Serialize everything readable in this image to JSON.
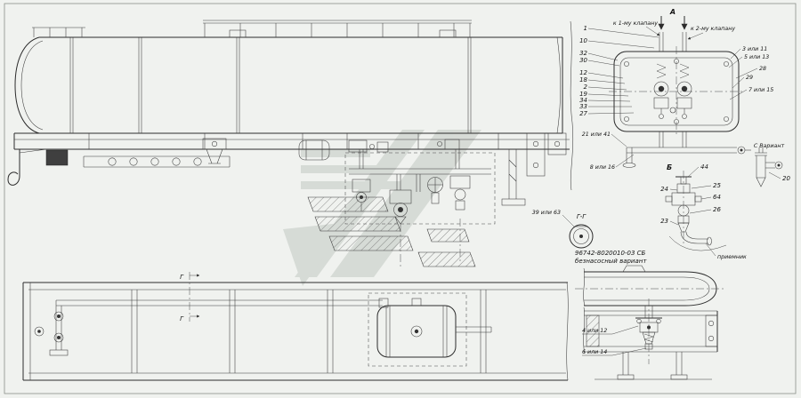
{
  "drawing": {
    "title_number": "96742-8020010-03 СБ",
    "title_variant": "безнасосный вариант"
  },
  "section_a": {
    "label": "А",
    "pipe_note_left": "к 1-му клапану",
    "pipe_note_right": "к 2-му клапану",
    "callouts_left": [
      "1",
      "10",
      "32",
      "30",
      "12",
      "18",
      "2",
      "19",
      "34",
      "33",
      "27"
    ],
    "callouts_right": [
      "3 или 11",
      "5 или 13",
      "28",
      "29",
      "7 или 15"
    ],
    "callout_elbow": "21 или 41",
    "callout_pipe": "8 или 16"
  },
  "view_b": {
    "label": "Б",
    "callouts": {
      "c44": "44",
      "c25": "25",
      "c24": "24",
      "c64": "64",
      "c26": "26",
      "c23": "23"
    },
    "receiver_note": "приемник"
  },
  "section_gg": {
    "label": "Г-Г",
    "callout": "39 или 63"
  },
  "variant_c": {
    "label": "С Вариант",
    "callout": "20"
  },
  "end_view": {
    "callout_top": "4 или 12",
    "callout_bottom": "6 или 14"
  },
  "plan_view": {
    "section_letter": "Г"
  },
  "colors": {
    "background": "#f0f2ef",
    "line": "#2c2c2c",
    "watermark": "#aeb6ae"
  }
}
